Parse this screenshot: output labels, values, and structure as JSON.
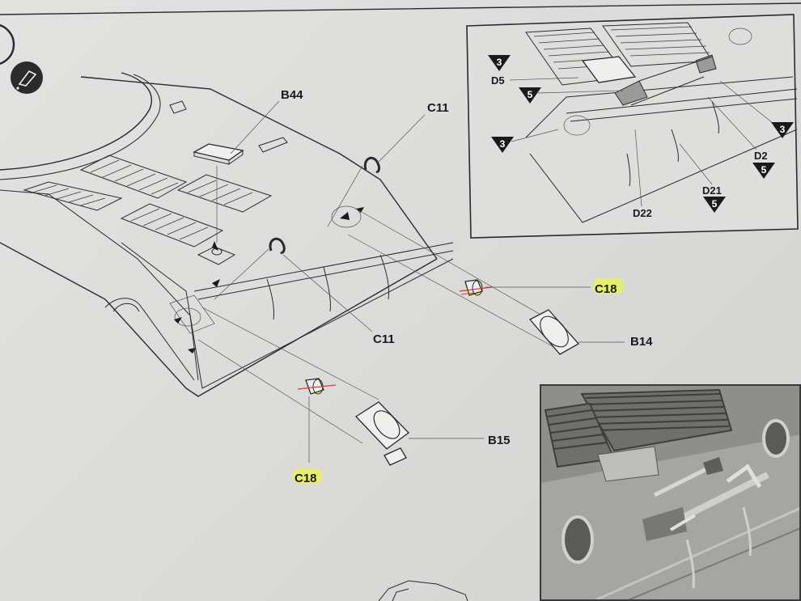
{
  "sheet": {
    "type": "model kit assembly instruction",
    "icons": {
      "glue_icon": "glue-tube-icon",
      "step_circle": "step-number-circle"
    }
  },
  "main_diagram": {
    "labels": {
      "b44": "B44",
      "c11_top": "C11",
      "c11_bottom": "C11",
      "c18_right": "C18",
      "b14": "B14",
      "c18_bottom": "C18",
      "b15": "B15"
    },
    "highlight_color": "#e8f25a",
    "annotation_color": "#d9363e"
  },
  "inset_diagram": {
    "labels": {
      "d5": "D5",
      "d2": "D2",
      "d21": "D21",
      "d22": "D22"
    },
    "paint_markers": [
      {
        "name": "marker-3-top-left",
        "value": "3"
      },
      {
        "name": "marker-5-d5",
        "value": "5"
      },
      {
        "name": "marker-3-mid-left",
        "value": "3"
      },
      {
        "name": "marker-3-right",
        "value": "3"
      },
      {
        "name": "marker-5-d2",
        "value": "5"
      },
      {
        "name": "marker-5-d21",
        "value": "5"
      }
    ]
  },
  "photo_inset": {
    "description": "reference photo of assembled rear deck with tools"
  }
}
